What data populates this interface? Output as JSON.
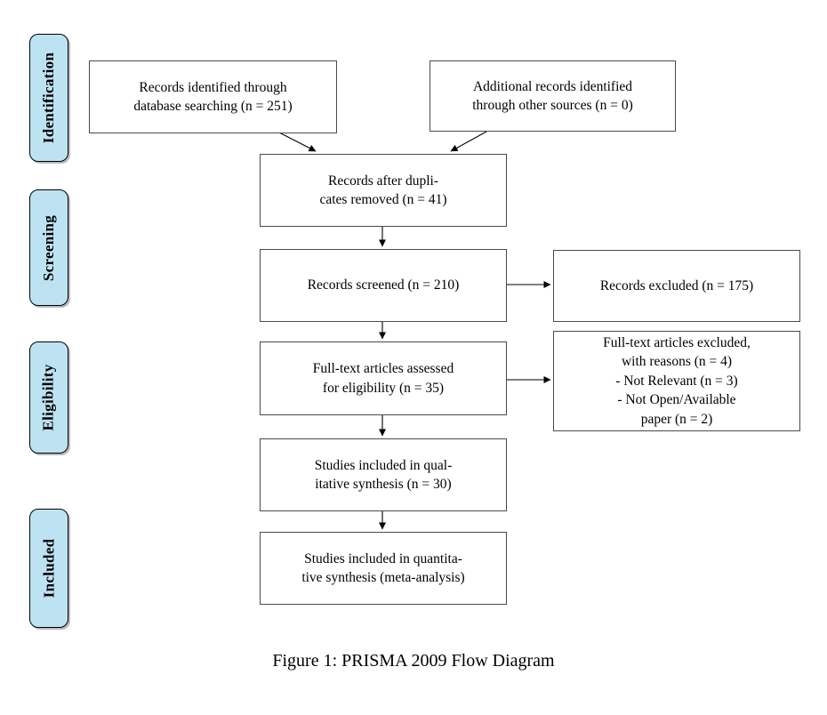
{
  "caption": "Figure 1: PRISMA 2009 Flow Diagram",
  "colors": {
    "stage_fill": "#bde3f3",
    "stage_border": "#000000",
    "flow_box_border": "#4a4a4a",
    "arrow": "#000000",
    "background": "#ffffff"
  },
  "stages": [
    {
      "label": "Identification"
    },
    {
      "label": "Screening"
    },
    {
      "label": "Eligibility"
    },
    {
      "label": "Included"
    }
  ],
  "boxes": {
    "records_identified": {
      "lines": [
        "Records identified through",
        "database searching (n = 251)"
      ]
    },
    "additional_records": {
      "lines": [
        "Additional records identified",
        "through other sources (n = 0)"
      ]
    },
    "duplicates_removed": {
      "lines": [
        "Records after dupli-",
        "cates removed (n = 41)"
      ]
    },
    "records_screened": {
      "lines": [
        "Records screened (n = 210)"
      ]
    },
    "records_excluded": {
      "lines": [
        "Records excluded (n = 175)"
      ]
    },
    "fulltext_assessed": {
      "lines": [
        "Full-text articles assessed",
        "for eligibility (n = 35)"
      ]
    },
    "fulltext_excluded": {
      "lines": [
        "Full-text articles excluded,",
        "with reasons (n = 4)",
        "- Not Relevant (n = 3)",
        "- Not Open/Available",
        "paper (n = 2)"
      ]
    },
    "qualitative_synthesis": {
      "lines": [
        "Studies included in qual-",
        "itative synthesis (n = 30)"
      ]
    },
    "quantitative_synthesis": {
      "lines": [
        "Studies included in quantita-",
        "tive synthesis (meta-analysis)"
      ]
    }
  }
}
